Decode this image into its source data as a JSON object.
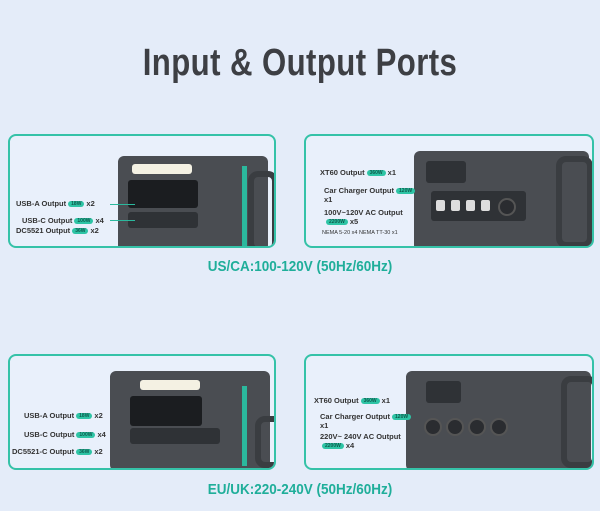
{
  "title": "Input & Output Ports",
  "us": {
    "caption": "US/CA:100-120V (50Hz/60Hz)",
    "front": [
      {
        "label": "USB-A Output",
        "badge": "18W",
        "count": "x2"
      },
      {
        "label": "USB-C Output",
        "badge": "100W",
        "count": "x4"
      },
      {
        "label": "DC5521 Output",
        "badge": "36W",
        "count": "x2"
      }
    ],
    "back": [
      {
        "label": "XT60 Output",
        "badge": "360W",
        "count": "x1"
      },
      {
        "label": "Car Charger Output",
        "badge": "120W",
        "count": "x1"
      },
      {
        "label": "100V~120V AC Output",
        "badge": "2200W",
        "count": "x5"
      }
    ],
    "nema": "NEMA 5-20 x4  NEMA TT-30 x1"
  },
  "eu": {
    "caption": "EU/UK:220-240V (50Hz/60Hz)",
    "front": [
      {
        "label": "USB-A Output",
        "badge": "18W",
        "count": "x2"
      },
      {
        "label": "USB-C Output",
        "badge": "100W",
        "count": "x4"
      },
      {
        "label": "DC5521-C Output",
        "badge": "36W",
        "count": "x2"
      }
    ],
    "back": [
      {
        "label": "XT60 Output",
        "badge": "360W",
        "count": "x1"
      },
      {
        "label": "Car Charger Output",
        "badge": "120W",
        "count": "x1"
      },
      {
        "label": "220V~ 240V AC Output",
        "badge": "2200W",
        "count": "x4"
      }
    ]
  }
}
